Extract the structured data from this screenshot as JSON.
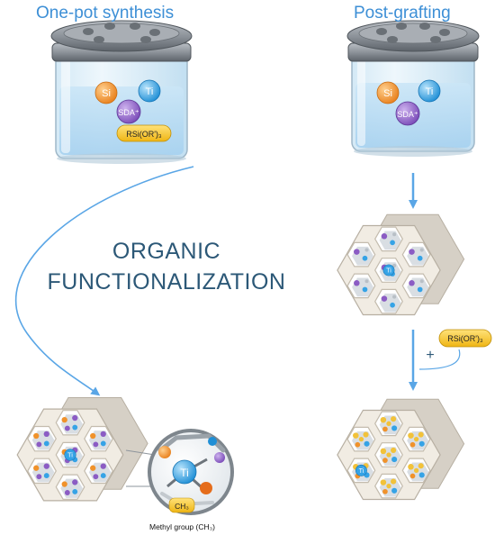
{
  "titles": {
    "left": "One-pot synthesis",
    "right": "Post-grafting",
    "center_line1": "ORGANIC",
    "center_line2": "FUNCTIONALIZATION"
  },
  "reactor_left": {
    "si": "Si",
    "ti": "Ti",
    "sda": "SDA⁺",
    "reagent": "RSi(OR')₃"
  },
  "reactor_right": {
    "si": "Si",
    "ti": "Ti",
    "sda": "SDA⁺"
  },
  "grafting": {
    "reagent": "RSi(OR')₃",
    "plus": "+"
  },
  "zoom": {
    "ti": "Ti",
    "ch3": "CH₃",
    "caption": "Methyl group (CH₃)"
  },
  "framework_labels": {
    "ti": "Ti"
  },
  "colors": {
    "title_blue": "#3d8fd6",
    "center_text": "#2c5877",
    "arrow": "#5aa6e6",
    "si": "#f0922b",
    "ti": "#35a3e6",
    "sda": "#8b5cc4",
    "reagent": "#f3c31e",
    "methyl": "#f2c23a"
  }
}
